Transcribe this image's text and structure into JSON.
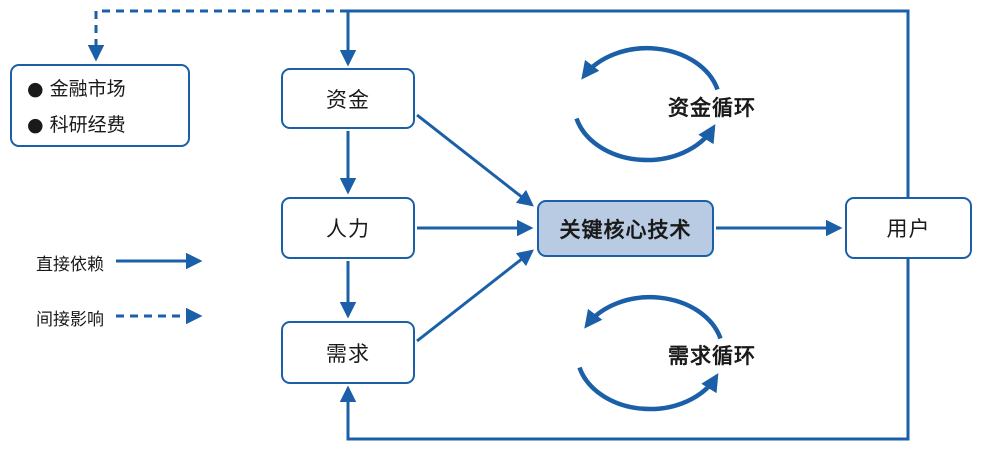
{
  "colors": {
    "line": "#1a5fa8",
    "core_fill": "#b8cbe2",
    "text": "#1a1a1a",
    "bg": "#ffffff"
  },
  "boxes": {
    "sources": {
      "item1": "● 金融市场",
      "item2": "● 科研经费"
    },
    "funds": "资金",
    "manpower": "人力",
    "demand": "需求",
    "core_tech": "关键核心技术",
    "users": "用户"
  },
  "cycles": {
    "fund": "资金循环",
    "demand": "需求循环"
  },
  "legend": {
    "direct": "直接依赖",
    "indirect": "间接影响"
  }
}
